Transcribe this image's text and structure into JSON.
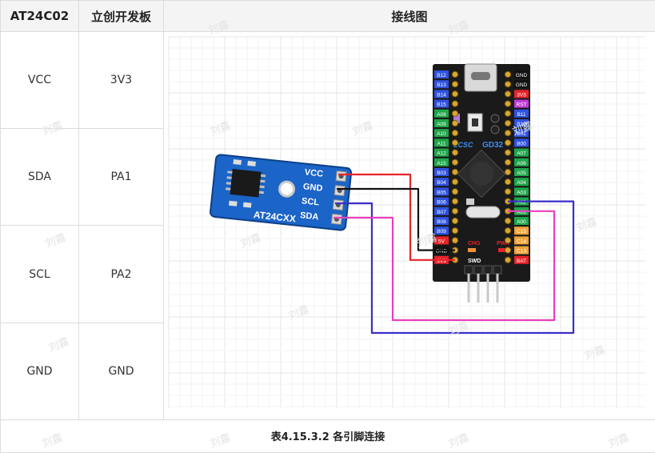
{
  "table": {
    "headers": [
      "AT24C02",
      "立创开发板",
      "接线图"
    ],
    "rows": [
      [
        "VCC",
        "3V3"
      ],
      [
        "SDA",
        "PA1"
      ],
      [
        "SCL",
        "PA2"
      ],
      [
        "GND",
        "GND"
      ]
    ],
    "caption": "表4.15.3.2 各引脚连接"
  },
  "watermark": "刘露",
  "module": {
    "label": "AT24CXX",
    "pins": [
      "VCC",
      "GND",
      "SCL",
      "SDA"
    ]
  },
  "board": {
    "left_pins": [
      "B12",
      "B13",
      "B14",
      "B15",
      "A08",
      "A09",
      "A10",
      "A11",
      "A12",
      "A15",
      "B03",
      "B04",
      "B05",
      "B06",
      "B07",
      "B08",
      "B09",
      "5V",
      "GND",
      "3V3"
    ],
    "right_pins": [
      "GND",
      "GND",
      "3V3",
      "RST",
      "B11",
      "B10",
      "B01",
      "B00",
      "A07",
      "A06",
      "A05",
      "A04",
      "A03",
      "A02",
      "A01",
      "A00",
      "C15",
      "C14",
      "C13",
      "BAT"
    ],
    "chip_logo": "GD32",
    "brand_logo": "LCSC",
    "labels": [
      "PWR",
      "CHG",
      "SWD"
    ]
  },
  "wire_colors": {
    "vcc": "#e8232a",
    "gnd": "#111111",
    "scl": "#3a2fc8",
    "sda": "#e83fbd"
  }
}
